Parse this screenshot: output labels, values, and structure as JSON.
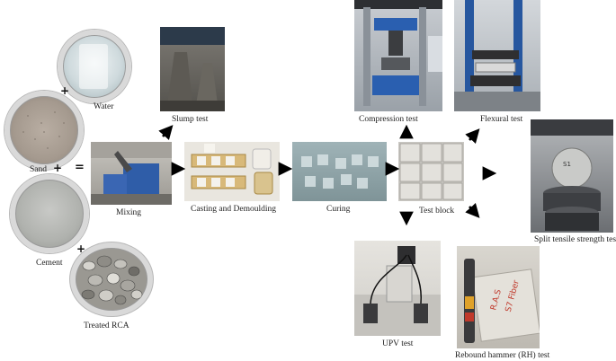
{
  "labels": {
    "water": "Water",
    "sand": "Sand",
    "cement": "Cement",
    "treated_rca": "Treated RCA",
    "mixing": "Mixing",
    "slump_test": "Slump test",
    "casting_demoulding": "Casting and Demoulding",
    "curing": "Curing",
    "test_block": "Test block",
    "compression_test": "Compression test",
    "flexural_test": "Flexural test",
    "split_tensile": "Split tensile strength test",
    "upv_test": "UPV test",
    "rebound_hammer": "Rebound hammer (RH) test"
  },
  "photo_text": {
    "specimen_marking_1": "R.A.S",
    "specimen_marking_2": "S7 Fiber",
    "split_specimen_marking": "S1"
  }
}
